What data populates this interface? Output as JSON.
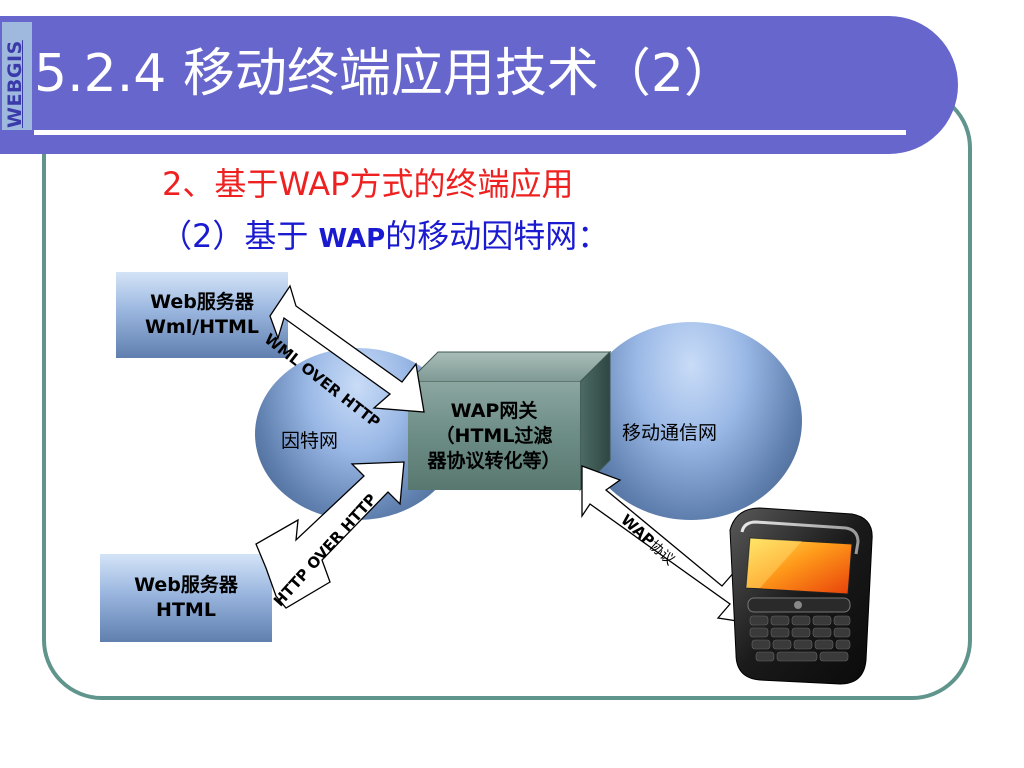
{
  "header": {
    "logo_text": "WEBGIS",
    "title": "5.2.4 移动终端应用技术（2）"
  },
  "subtitles": {
    "line1": "2、基于WAP方式的终端应用",
    "line2_prefix": "（2）基于 ",
    "line2_wap": "WAP",
    "line2_suffix": "的移动因特网："
  },
  "diagram": {
    "web_server_top": {
      "line1": "Web服务器",
      "line2": "Wml/HTML"
    },
    "web_server_bottom": {
      "line1": "Web服务器",
      "line2": "HTML"
    },
    "internet_label": "因特网",
    "mobile_network_label": "移动通信网",
    "gateway": {
      "line1": "WAP网关",
      "line2": "（HTML过滤",
      "line3": "器协议转化等）"
    },
    "arrow_top_label": "WML OVER HTTP",
    "arrow_bottom_label": "HTTP OVER HTTP",
    "arrow_wap_label_bold": "WAP",
    "arrow_wap_label_rest": "协议"
  },
  "colors": {
    "banner": "#6666cc",
    "frame": "#5f958c",
    "subtitle1": "#ee2020",
    "subtitle2": "#1a1ad0"
  },
  "icons": {
    "phone": "mobile-phone-icon"
  }
}
